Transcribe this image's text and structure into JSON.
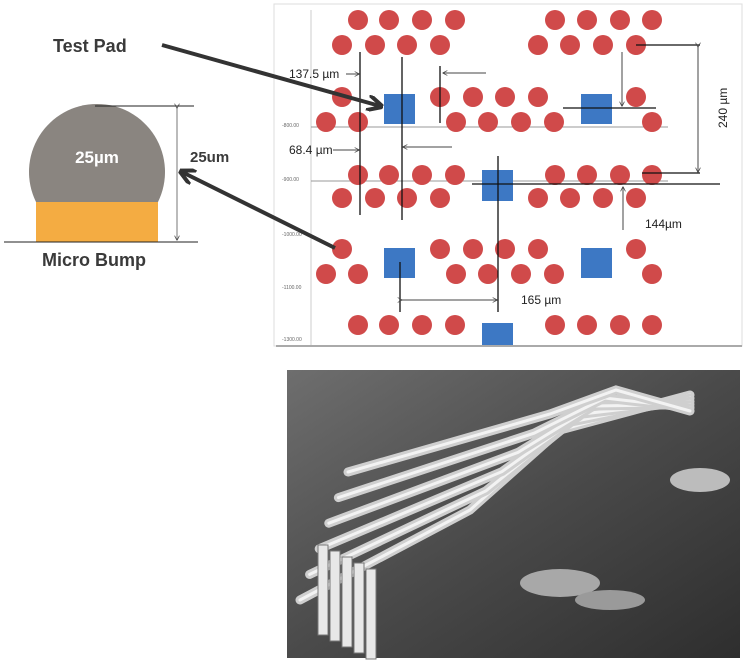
{
  "labels": {
    "test_pad": "Test Pad",
    "micro_bump": "Micro Bump",
    "bump_diameter": "25µm",
    "bump_height": "25um"
  },
  "dimensions": {
    "d1": "137.5 µm",
    "d2": "68.4 µm",
    "d3": "240 µm",
    "d4": "144µm",
    "d5": "165 µm"
  },
  "axis_labels": [
    "-800.00",
    "-900.00",
    "-1000.00",
    "-1100.00",
    "-1300.00"
  ],
  "colors": {
    "bump": "#d04a4a",
    "pad": "#3d78c4",
    "bump_cap": "#8a8580",
    "bump_base": "#f4ac42",
    "arrow": "#333333"
  }
}
